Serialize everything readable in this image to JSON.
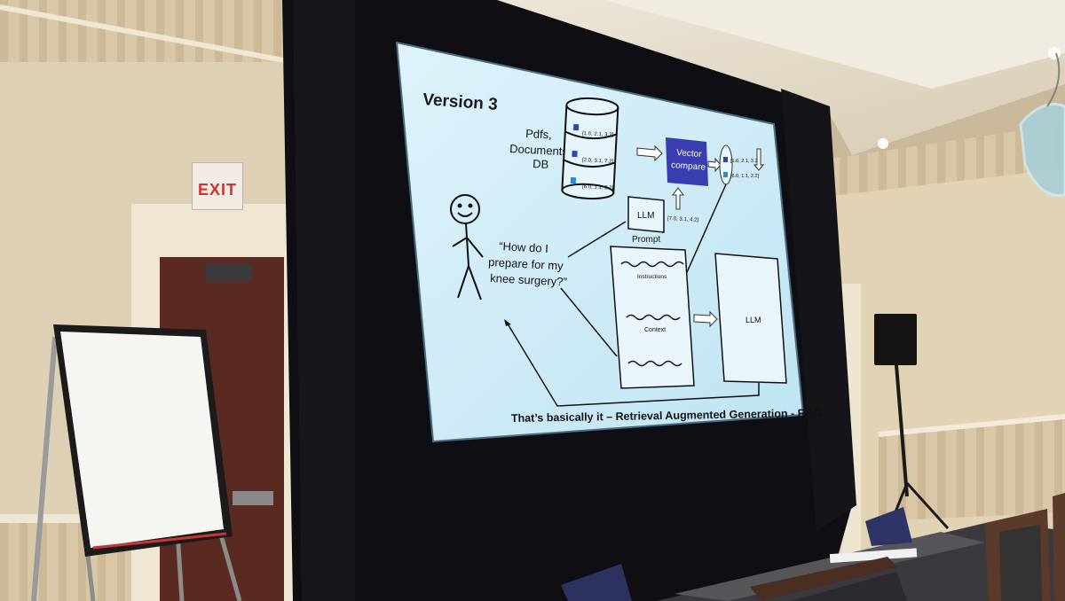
{
  "exit_sign": {
    "text": "EXIT"
  },
  "slide": {
    "title": "Version 3",
    "sources_label": [
      "Pdfs,",
      "Documents,",
      "DB"
    ],
    "db_vectors": [
      "[1.0, 2.1, 3.2]",
      "[2.0, 3.1, 7.2]",
      "[6.0, 1.1, 2.2]"
    ],
    "vector_compare": [
      "Vector",
      "compare"
    ],
    "result_vectors": [
      "[1.0, 2.1, 3.2]",
      "[6.0, 1.1, 2.2]"
    ],
    "query_vector": "[7.0, 3.1, 4.2]",
    "llm_small": "LLM",
    "prompt_label": "Prompt",
    "question": [
      "“How do I",
      "prepare for my",
      "knee surgery?”"
    ],
    "instructions_label": "Instructions",
    "context_label": "Context",
    "llm_big": "LLM",
    "caption": "That’s basically it – Retrieval Augmented Generation - RAG"
  },
  "colors": {
    "slide_bg": "#d6eef8",
    "vector_box": "#3a3db0",
    "backdrop": "#0d0d12",
    "wall": "#d8c7a6",
    "exit_red": "#d63030"
  },
  "icons": [
    "database-icon",
    "stick-figure-icon",
    "arrow-icon",
    "speaker-icon",
    "flipchart-icon"
  ]
}
